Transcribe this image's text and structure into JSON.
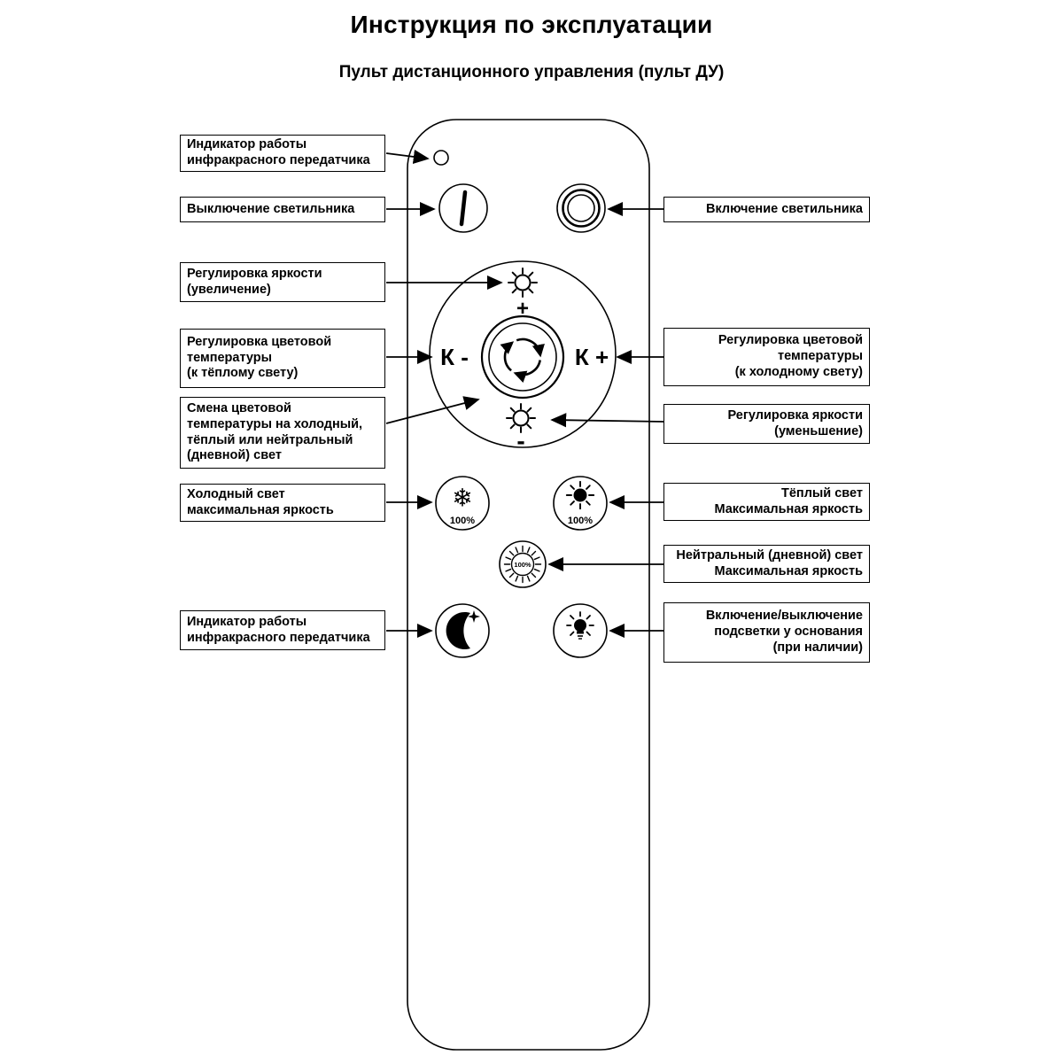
{
  "page": {
    "title": "Инструкция по эксплуатации",
    "subtitle": "Пульт дистанционного управления (пульт ДУ)"
  },
  "remote": {
    "labels": {
      "k_minus": "К -",
      "k_plus": "К +",
      "brightness_plus": "+",
      "brightness_minus": "-",
      "cold_percent": "100%",
      "warm_percent": "100%",
      "neutral_percent": "100%"
    }
  },
  "callouts_left": [
    {
      "label": "Индикатор работы\nинфракрасного передатчика"
    },
    {
      "label": "Выключение светильника"
    },
    {
      "label": "Регулировка яркости\n(увеличение)"
    },
    {
      "label": "Регулировка цветовой\nтемпературы\n(к тёплому свету)"
    },
    {
      "label": "Смена цветовой\nтемпературы на холодный,\nтёплый или нейтральный\n(дневной) свет"
    },
    {
      "label": "Холодный свет\nмаксимальная яркость"
    },
    {
      "label": "Индикатор работы\nинфракрасного передатчика"
    }
  ],
  "callouts_right": [
    {
      "label": "Включение светильника"
    },
    {
      "label": "Регулировка цветовой\nтемпературы\n(к холодному свету)"
    },
    {
      "label": "Регулировка яркости\n(уменьшение)"
    },
    {
      "label": "Тёплый свет\nМаксимальная яркость"
    },
    {
      "label": "Нейтральный (дневной) свет\nМаксимальная яркость"
    },
    {
      "label": "Включение/выключение\nподсветки у основания\n(при наличии)"
    }
  ]
}
